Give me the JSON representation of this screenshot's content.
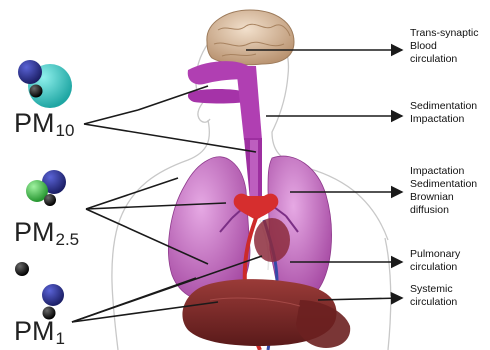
{
  "particles": [
    {
      "id": "pm10",
      "main": "PM",
      "sub": "10"
    },
    {
      "id": "pm25",
      "main": "PM",
      "sub": "2.5"
    },
    {
      "id": "pm1",
      "main": "PM",
      "sub": "1"
    }
  ],
  "annotations": [
    {
      "id": "brain",
      "lines": [
        "Trans-synaptic",
        "Blood",
        "circulation"
      ]
    },
    {
      "id": "airway",
      "lines": [
        "Sedimentation",
        "Impactation"
      ]
    },
    {
      "id": "lung",
      "lines": [
        "Impactation",
        "Sedimentation",
        "Brownian",
        "diffusion"
      ]
    },
    {
      "id": "pulmonary",
      "lines": [
        "Pulmonary",
        "circulation"
      ]
    },
    {
      "id": "systemic",
      "lines": [
        "Systemic",
        "circulation"
      ]
    }
  ],
  "colors": {
    "particle_navy": "#2b2f8c",
    "particle_teal": "#2fc4c0",
    "particle_green": "#3ec24a",
    "particle_black": "#0a0a0a",
    "airway_magenta": "#b03fb2",
    "lung_pink": "#c77ac6",
    "brain": "#d9bfa4",
    "liver": "#7a2a2a",
    "heart_red": "#d62e2e",
    "arrow_line": "#1a1a1a"
  }
}
